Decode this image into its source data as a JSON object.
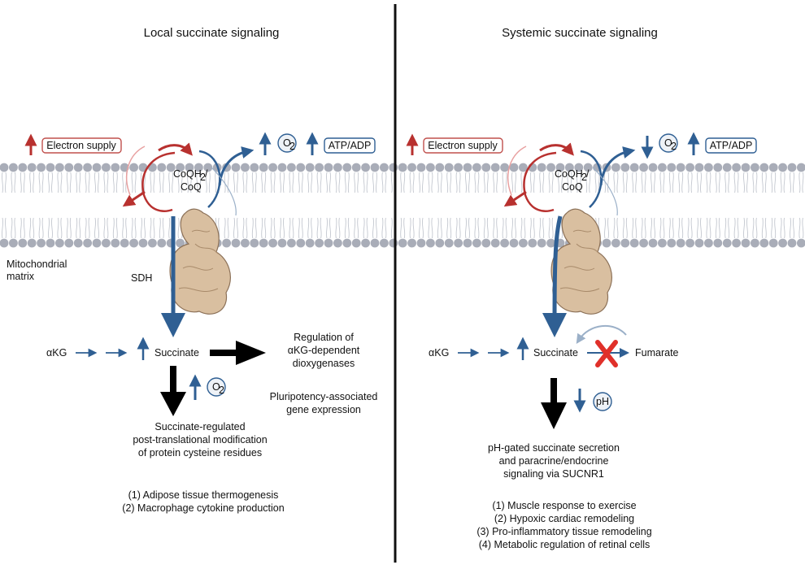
{
  "panels": {
    "left": {
      "title": "Local succinate signaling",
      "electron_supply": "Electron supply",
      "o2_sym": "O",
      "o2_sub": "2",
      "atp_adp": "ATP/ADP",
      "coq_top": "CoQH",
      "coq_sub": "2",
      "coq_slash": "/",
      "coq_bottom": "CoQ",
      "matrix_line1": "Mitochondrial",
      "matrix_line2": "matrix",
      "sdh": "SDH",
      "akg": "αKG",
      "succinate": "Succinate",
      "regulation": [
        "Regulation of",
        "αKG-dependent",
        "dioxygenases"
      ],
      "pluripotency": [
        "Pluripotency-associated",
        "gene expression"
      ],
      "ptm": [
        "Succinate-regulated",
        "post-translational modification",
        "of protein cysteine residues"
      ],
      "outcomes": [
        "(1) Adipose tissue thermogenesis",
        "(2) Macrophage cytokine production"
      ]
    },
    "right": {
      "title": "Systemic succinate signaling",
      "electron_supply": "Electron supply",
      "o2_sym": "O",
      "o2_sub": "2",
      "atp_adp": "ATP/ADP",
      "coq_top": "CoQH",
      "coq_sub": "2",
      "coq_slash": "/",
      "coq_bottom": "CoQ",
      "akg": "αKG",
      "succinate": "Succinate",
      "fumarate": "Fumarate",
      "ph": "pH",
      "secretion": [
        "pH-gated succinate secretion",
        "and paracrine/endocrine",
        "signaling via SUCNR1"
      ],
      "outcomes": [
        "(1) Muscle response to exercise",
        "(2) Hypoxic cardiac remodeling",
        "(3) Pro-inflammatory tissue remodeling",
        "(4) Metabolic regulation of retinal cells"
      ]
    }
  },
  "colors": {
    "red": "#b8312f",
    "blue": "#2f5f93",
    "membrane_head": "#a9adb8",
    "protein": "#d9bfa0",
    "divider": "#111111",
    "block_x": "#e0302a"
  }
}
